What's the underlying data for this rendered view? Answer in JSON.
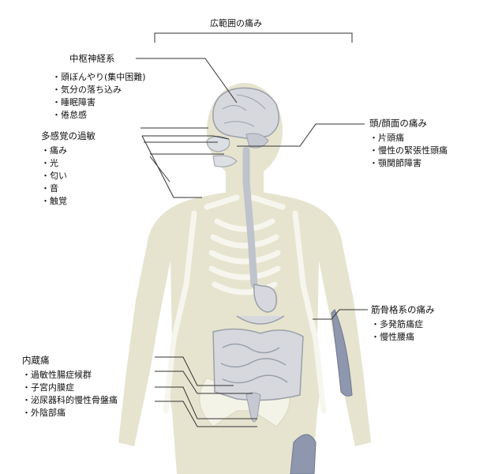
{
  "title": "広範囲の痛み",
  "groups": {
    "cns": {
      "heading": "中枢神経系",
      "items": [
        "・頭ぼんやり(集中困難)",
        "・気分の落ち込み",
        "・睡眠障害",
        "・倦怠感"
      ]
    },
    "sensory": {
      "heading": "多感覚の過敏",
      "items": [
        "・痛み",
        "・光",
        "・匂い",
        "・音",
        "・触覚"
      ]
    },
    "head": {
      "heading": "頭/顔面の痛み",
      "items": [
        "・片頭痛",
        "・慢性の緊張性頭痛",
        "・顎関節障害"
      ]
    },
    "musculo": {
      "heading": "筋骨格系の痛み",
      "items": [
        "・多発筋痛症",
        "・慢性腰痛"
      ]
    },
    "visceral": {
      "heading": "内蔵痛",
      "items": [
        "・過敏性腸症候群",
        "・子宮内膜症",
        "・泌尿器科的慢性骨盤痛",
        "・外陰部痛"
      ]
    }
  },
  "colors": {
    "body": "#e6e4cf",
    "bone": "#f4f3e8",
    "organ": "#d6d8de",
    "organ_stroke": "#9aa0aa",
    "muscle": "#8e97ad",
    "line": "#333333"
  }
}
